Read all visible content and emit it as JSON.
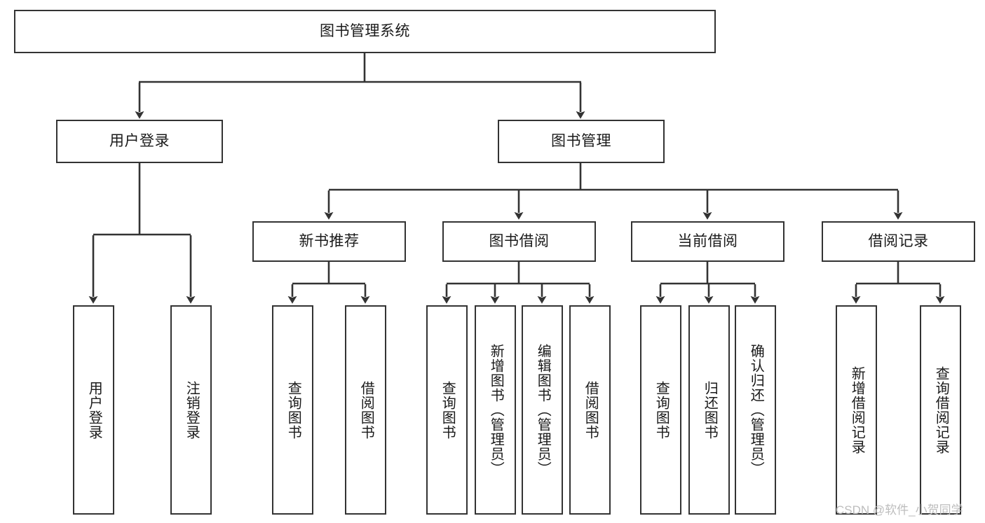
{
  "diagram": {
    "type": "tree-hierarchy",
    "title": "图书管理系统",
    "orientation": "top-down",
    "watermark": "CSDN @软件_小贺同学",
    "colors": {
      "box_border": "#333333",
      "box_fill": "#ffffff",
      "connector": "#333333",
      "text": "#1a1a1a",
      "watermark": "#bdbdbd",
      "background": "#ffffff"
    },
    "nodes": {
      "root": {
        "label": "图书管理系统",
        "level": 0,
        "orientation": "horizontal"
      },
      "user_login": {
        "label": "用户登录",
        "level": 1,
        "orientation": "horizontal"
      },
      "book_manage": {
        "label": "图书管理",
        "level": 1,
        "orientation": "horizontal"
      },
      "new_book_rec": {
        "label": "新书推荐",
        "level": 2,
        "orientation": "horizontal"
      },
      "book_borrow": {
        "label": "图书借阅",
        "level": 2,
        "orientation": "horizontal"
      },
      "current_borrow": {
        "label": "当前借阅",
        "level": 2,
        "orientation": "horizontal"
      },
      "borrow_record": {
        "label": "借阅记录",
        "level": 2,
        "orientation": "horizontal"
      },
      "leaf_user_login": {
        "label": "用户登录",
        "level": 3,
        "orientation": "vertical"
      },
      "leaf_logout": {
        "label": "注销登录",
        "level": 3,
        "orientation": "vertical"
      },
      "leaf_query_book_1": {
        "label": "查询图书",
        "level": 3,
        "orientation": "vertical"
      },
      "leaf_borrow_book_1": {
        "label": "借阅图书",
        "level": 3,
        "orientation": "vertical"
      },
      "leaf_query_book_2": {
        "label": "查询图书",
        "level": 3,
        "orientation": "vertical"
      },
      "leaf_add_book": {
        "label": "新增图书（管理员）",
        "level": 3,
        "orientation": "vertical"
      },
      "leaf_edit_book": {
        "label": "编辑图书（管理员）",
        "level": 3,
        "orientation": "vertical"
      },
      "leaf_borrow_book_2": {
        "label": "借阅图书",
        "level": 3,
        "orientation": "vertical"
      },
      "leaf_query_book_3": {
        "label": "查询图书",
        "level": 3,
        "orientation": "vertical"
      },
      "leaf_return_book": {
        "label": "归还图书",
        "level": 3,
        "orientation": "vertical"
      },
      "leaf_confirm_return": {
        "label": "确认归还（管理员）",
        "level": 3,
        "orientation": "vertical"
      },
      "leaf_add_record": {
        "label": "新增借阅记录",
        "level": 3,
        "orientation": "vertical"
      },
      "leaf_query_record": {
        "label": "查询借阅记录",
        "level": 3,
        "orientation": "vertical"
      }
    },
    "edges": [
      {
        "from": "root",
        "to": "user_login"
      },
      {
        "from": "root",
        "to": "book_manage"
      },
      {
        "from": "book_manage",
        "to": "new_book_rec"
      },
      {
        "from": "book_manage",
        "to": "book_borrow"
      },
      {
        "from": "book_manage",
        "to": "current_borrow"
      },
      {
        "from": "book_manage",
        "to": "borrow_record"
      },
      {
        "from": "user_login",
        "to": "leaf_user_login"
      },
      {
        "from": "user_login",
        "to": "leaf_logout"
      },
      {
        "from": "new_book_rec",
        "to": "leaf_query_book_1"
      },
      {
        "from": "new_book_rec",
        "to": "leaf_borrow_book_1"
      },
      {
        "from": "book_borrow",
        "to": "leaf_query_book_2"
      },
      {
        "from": "book_borrow",
        "to": "leaf_add_book"
      },
      {
        "from": "book_borrow",
        "to": "leaf_edit_book"
      },
      {
        "from": "book_borrow",
        "to": "leaf_borrow_book_2"
      },
      {
        "from": "current_borrow",
        "to": "leaf_query_book_3"
      },
      {
        "from": "current_borrow",
        "to": "leaf_return_book"
      },
      {
        "from": "current_borrow",
        "to": "leaf_confirm_return"
      },
      {
        "from": "borrow_record",
        "to": "leaf_add_record"
      },
      {
        "from": "borrow_record",
        "to": "leaf_query_record"
      }
    ]
  }
}
